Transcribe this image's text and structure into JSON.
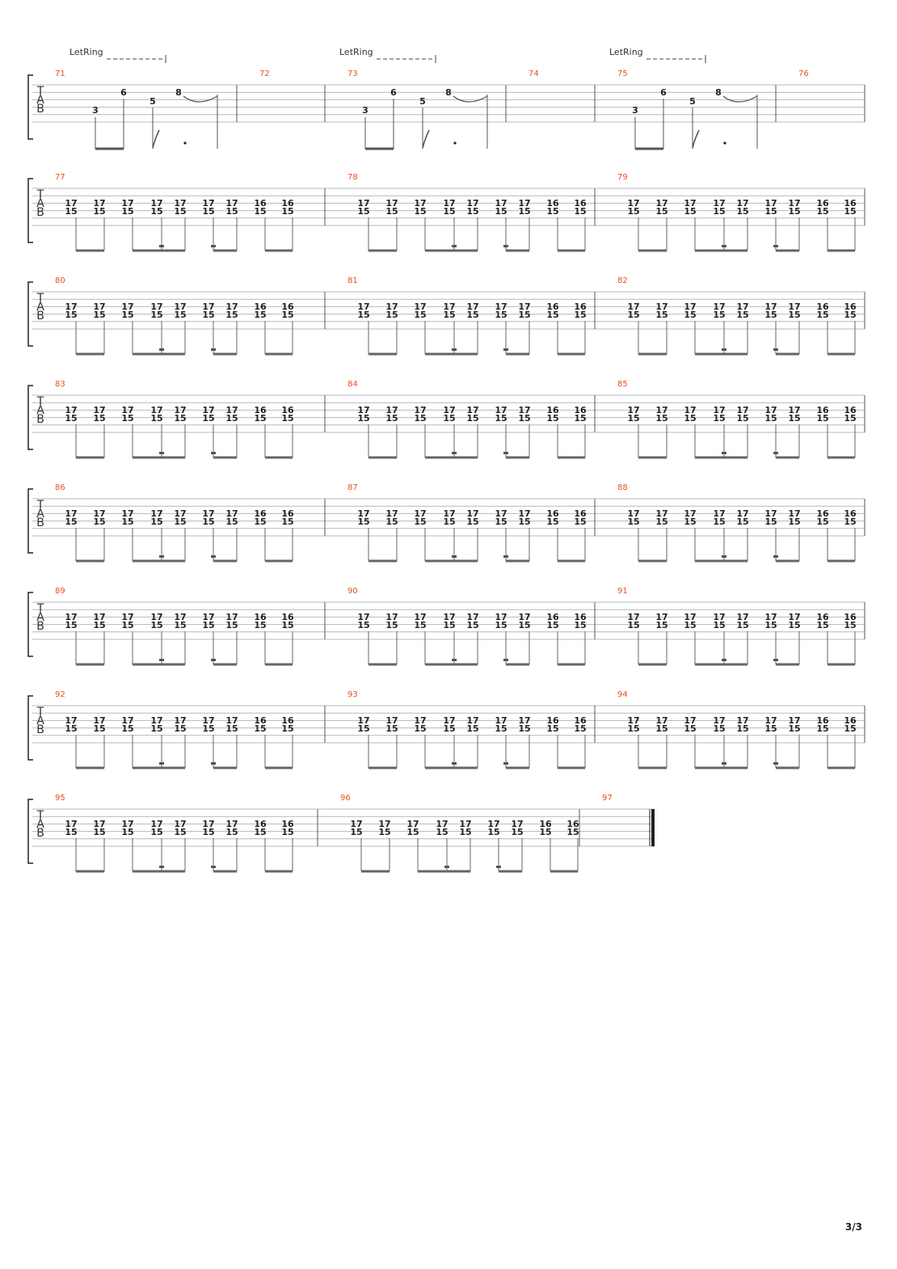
{
  "page": {
    "page_number": "3/3"
  },
  "tab_clef": [
    "T",
    "A",
    "B"
  ],
  "colors": {
    "measure_number": "#e8501f",
    "ink": "#222222",
    "staff_line": "#b8b8b8"
  },
  "let_ring_label": "LetRing",
  "intro_measure_notes": [
    "3",
    "6",
    "5",
    "8"
  ],
  "riff_pattern": {
    "top_frets": [
      "17",
      "17",
      "17",
      "17",
      "17",
      "17",
      "17",
      "16",
      "16"
    ],
    "bottom_frets": [
      "15",
      "15",
      "15",
      "15",
      "15",
      "15",
      "15",
      "15",
      "15"
    ]
  },
  "systems": [
    {
      "type": "intro",
      "measures": [
        "71",
        "72",
        "73",
        "74",
        "75",
        "76"
      ]
    },
    {
      "type": "riff",
      "measures": [
        "77",
        "78",
        "79"
      ]
    },
    {
      "type": "riff",
      "measures": [
        "80",
        "81",
        "82"
      ]
    },
    {
      "type": "riff",
      "measures": [
        "83",
        "84",
        "85"
      ]
    },
    {
      "type": "riff",
      "measures": [
        "86",
        "87",
        "88"
      ]
    },
    {
      "type": "riff",
      "measures": [
        "89",
        "90",
        "91"
      ]
    },
    {
      "type": "riff",
      "measures": [
        "92",
        "93",
        "94"
      ]
    },
    {
      "type": "final",
      "measures": [
        "95",
        "96",
        "97"
      ]
    }
  ]
}
